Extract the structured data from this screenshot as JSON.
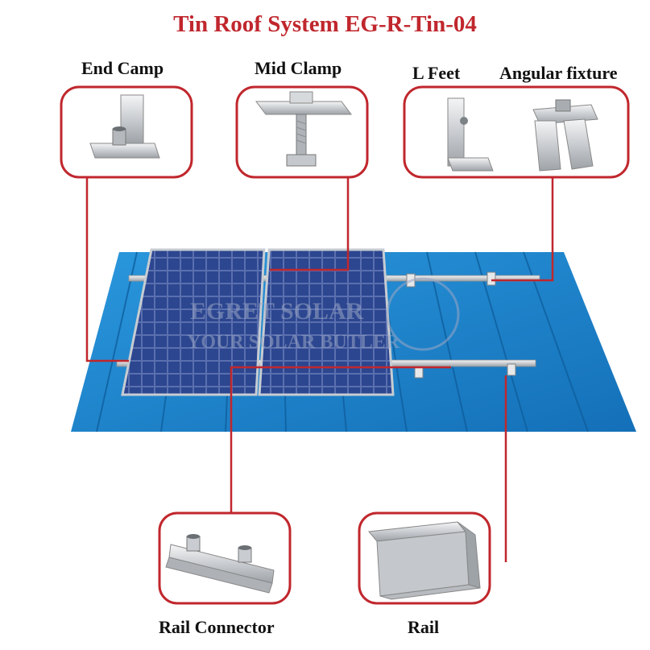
{
  "title": "Tin Roof System EG-R-Tin-04",
  "components": {
    "end_clamp": "End Camp",
    "mid_clamp": "Mid Clamp",
    "l_feet": "L Feet",
    "angular_fixture": "Angular fixture",
    "rail_connector": "Rail Connector",
    "rail": "Rail"
  },
  "watermark": {
    "line1": "EGRET SOLAR",
    "line2": "YOUR SOLAR BUTLER"
  },
  "colors": {
    "title": "#c0272d",
    "callout_line": "#c0272d",
    "roof": "#1c86cf",
    "panel": "#2b3f86",
    "rail": "#d4d7da"
  }
}
